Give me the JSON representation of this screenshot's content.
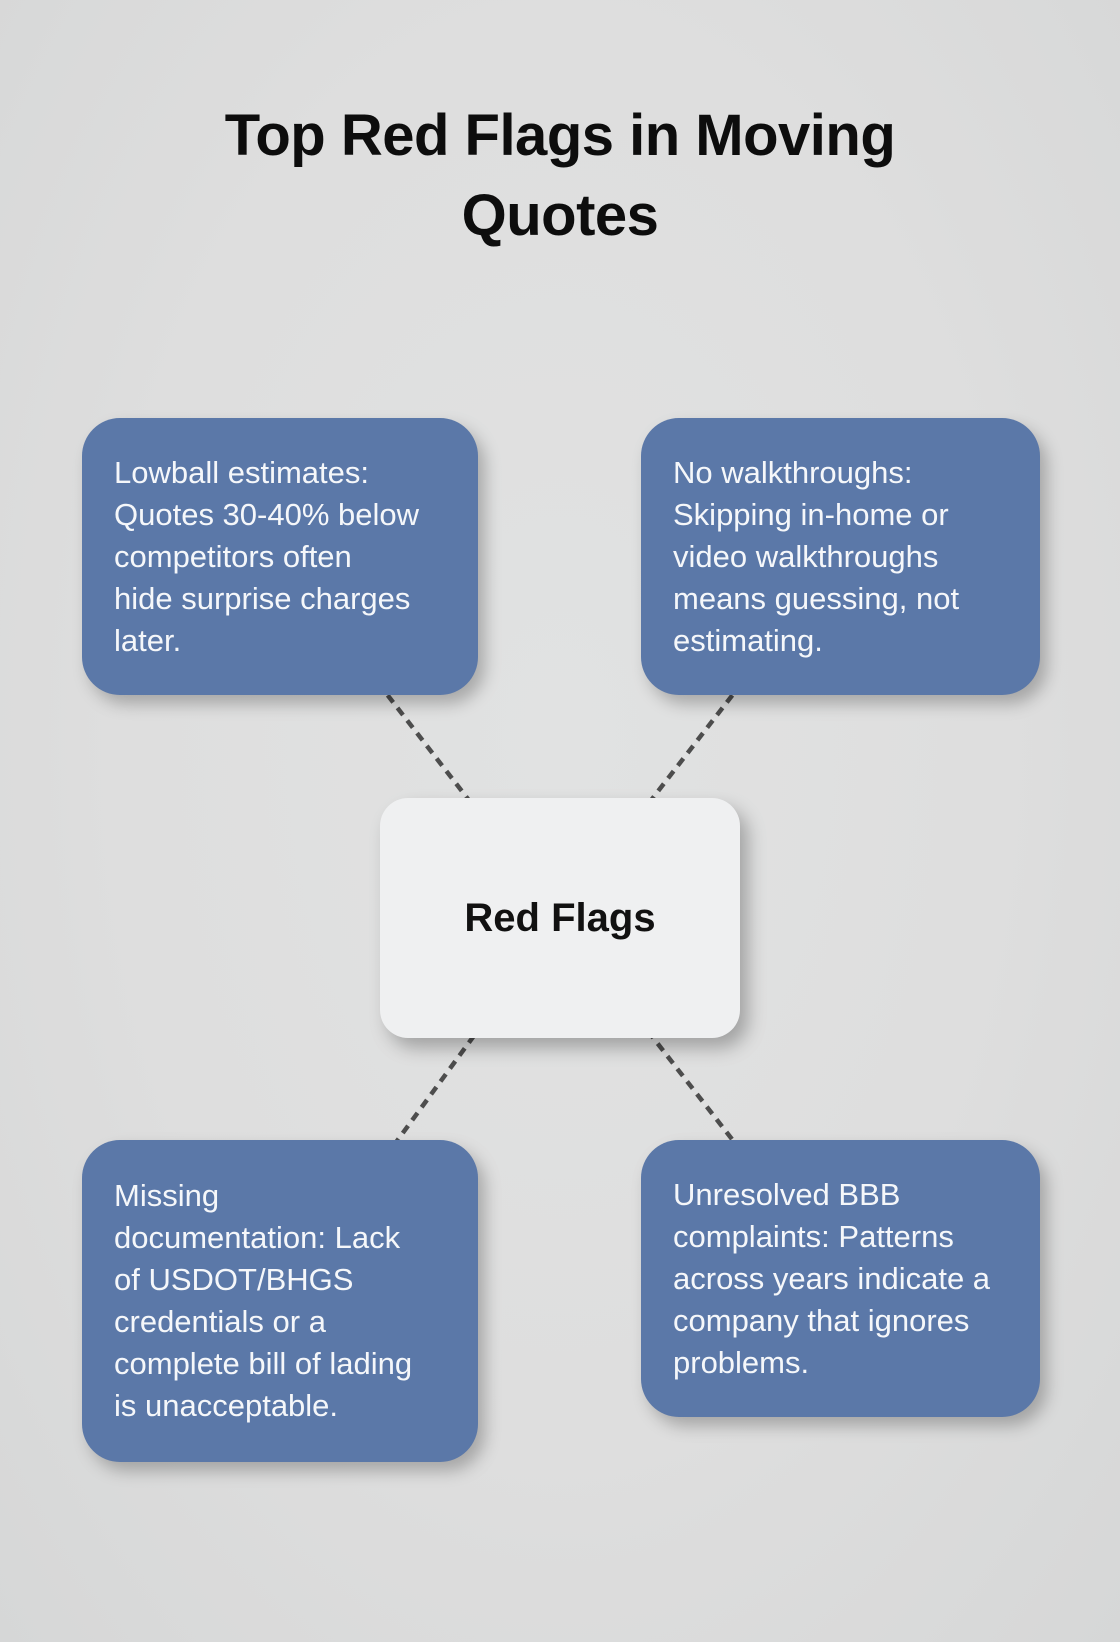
{
  "title": "Top Red Flags in Moving Quotes",
  "center": {
    "label": "Red Flags"
  },
  "boxes": [
    {
      "id": "lowball-estimates",
      "text": "Lowball estimates: Quotes 30-40% below competitors often hide surprise charges later.",
      "lines": [
        "Lowball estimates:",
        "Quotes 30-40% below",
        "competitors often",
        "hide surprise charges",
        "later."
      ]
    },
    {
      "id": "no-walkthroughs",
      "text": "No walkthroughs: Skipping in-home or video walkthroughs means guessing, not estimating.",
      "lines": [
        "No walkthroughs:",
        "Skipping in-home or",
        "video walkthroughs",
        "means guessing, not",
        "estimating."
      ]
    },
    {
      "id": "missing-documentation",
      "text": "Missing documentation: Lack of USDOT/BHGS credentials or a complete bill of lading is unacceptable.",
      "lines": [
        "Missing",
        "documentation: Lack",
        "of USDOT/BHGS",
        "credentials or a",
        "complete bill of lading",
        "is unacceptable."
      ]
    },
    {
      "id": "unresolved-bbb-complaints",
      "text": "Unresolved BBB complaints: Patterns across years indicate a company that ignores problems.",
      "lines": [
        "Unresolved BBB",
        "complaints: Patterns",
        "across years indicate a",
        "company that ignores",
        "problems."
      ]
    }
  ],
  "colors": {
    "background": "#dedede",
    "node_fill": "#5b78a8",
    "node_text": "#f5f7fa",
    "center_fill": "#eff0f1",
    "center_text": "#111111",
    "title_text": "#0d0d0d",
    "connector": "#4d4d4d"
  }
}
